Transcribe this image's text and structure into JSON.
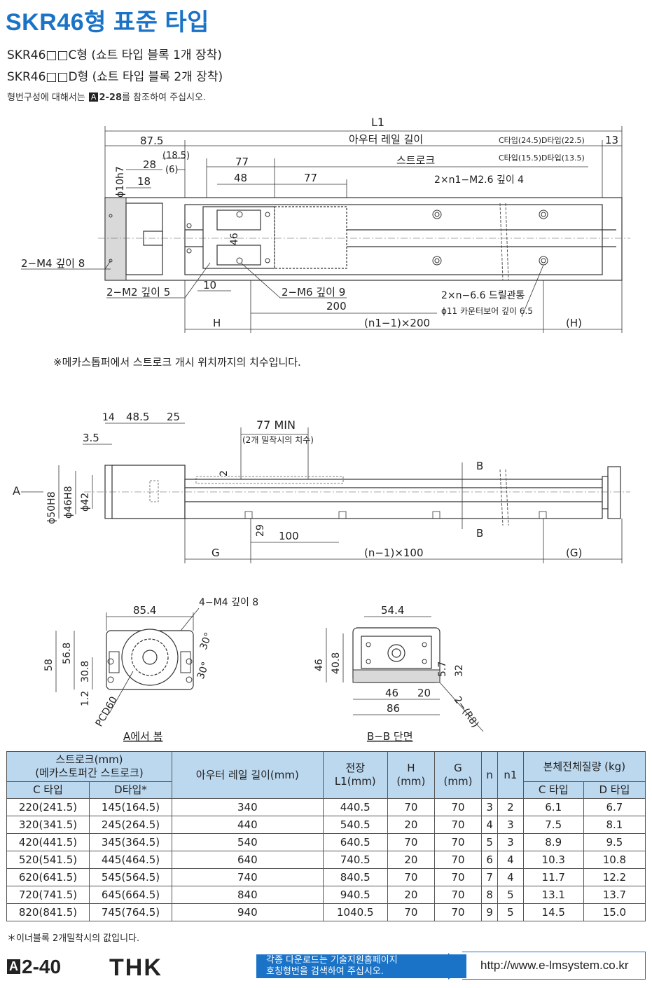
{
  "title": "SKR46형 표준 타입",
  "subtitle_c": "SKR46□□C형 (쇼트 타입 블록 1개 장착)",
  "subtitle_d": "SKR46□□D형 (쇼트 타입 블록 2개 장착)",
  "note_pre": "형번구성에 대해서는",
  "note_ref_badge": "A",
  "note_ref": "2-28",
  "note_post": "를 참조하여 주십시오.",
  "top_view": {
    "L1": "L1",
    "outer_rail": "아우터 레일 길이",
    "d87": "87.5",
    "ctype_a": "C타입(24.5)D타입(22.5)",
    "ctype_b": "C타입(15.5)D타입(13.5)",
    "d13": "13",
    "d185": "(18.5)",
    "d6": "(6)",
    "d28": "28",
    "d18": "18",
    "d77a": "77",
    "d48": "48",
    "d77b": "77",
    "stroke": "스트로크",
    "tap": "2×n1−M2.6 깊이 4",
    "shaft": "ϕ10h7",
    "m4": "2−M4 깊이 8",
    "m2": "2−M2 깊이 5",
    "d46": "46",
    "d10": "10",
    "m6": "2−M6 깊이 9",
    "drill": "2×n−6.6 드릴관통",
    "cbore": "ϕ11 카운터보어 깊이 6.5",
    "d200": "200",
    "H": "H",
    "n1pitch": "(n1−1)×200",
    "Hp": "(H)",
    "stopper_note": "※메카스톱퍼에서 스트로크 개시 위치까지의 치수입니다."
  },
  "side_view": {
    "d14": "14",
    "d485": "48.5",
    "d25": "25",
    "d35": "3.5",
    "min77": "77 MIN",
    "min77_note": "(2개 밀착시의 치수)",
    "d2": "2",
    "A": "A",
    "phi50": "ϕ50H8",
    "phi46": "ϕ46H8",
    "phi42": "ϕ42",
    "B1": "B",
    "B2": "B",
    "d29": "29",
    "d100": "100",
    "G": "G",
    "npitch": "(n−1)×100",
    "Gp": "(G)"
  },
  "end_view": {
    "d854": "85.4",
    "m4": "4−M4 깊이 8",
    "d58": "58",
    "d568": "56.8",
    "d308": "30.8",
    "d12": "1.2",
    "pcd": "PCD60",
    "a30a": "30°",
    "a30b": "30°",
    "caption": "A에서 봄"
  },
  "section_view": {
    "d544": "54.4",
    "d46v": "46",
    "d408": "40.8",
    "d57": "5.7",
    "d32": "32",
    "d46h": "46",
    "d20": "20",
    "d86": "86",
    "r8": "2−(R8)",
    "caption": "B−B 단면"
  },
  "table": {
    "h_stroke": "스트로크(mm)",
    "h_stroke2": "(메카스토퍼간 스트로크)",
    "h_rail": "아우터 레일 길이(mm)",
    "h_len": "전장",
    "h_len2": "L1(mm)",
    "h_H": "H",
    "h_H2": "(mm)",
    "h_G": "G",
    "h_G2": "(mm)",
    "h_n": "n",
    "h_n1": "n1",
    "h_mass": "본체전체질량 (kg)",
    "h_c": "C 타입",
    "h_d": "D타입*",
    "h_mc": "C 타입",
    "h_md": "D 타입",
    "rows": [
      [
        "220(241.5)",
        "145(164.5)",
        "340",
        "440.5",
        "70",
        "70",
        "3",
        "2",
        "6.1",
        "6.7"
      ],
      [
        "320(341.5)",
        "245(264.5)",
        "440",
        "540.5",
        "20",
        "70",
        "4",
        "3",
        "7.5",
        "8.1"
      ],
      [
        "420(441.5)",
        "345(364.5)",
        "540",
        "640.5",
        "70",
        "70",
        "5",
        "3",
        "8.9",
        "9.5"
      ],
      [
        "520(541.5)",
        "445(464.5)",
        "640",
        "740.5",
        "20",
        "70",
        "6",
        "4",
        "10.3",
        "10.8"
      ],
      [
        "620(641.5)",
        "545(564.5)",
        "740",
        "840.5",
        "70",
        "70",
        "7",
        "4",
        "11.7",
        "12.2"
      ],
      [
        "720(741.5)",
        "645(664.5)",
        "840",
        "940.5",
        "20",
        "70",
        "8",
        "5",
        "13.1",
        "13.7"
      ],
      [
        "820(841.5)",
        "745(764.5)",
        "940",
        "1040.5",
        "70",
        "70",
        "9",
        "5",
        "14.5",
        "15.0"
      ]
    ]
  },
  "footnote": "＊이너블록 2개밀착시의 값입니다.",
  "page_badge": "A",
  "page_num": "2-40",
  "logo": "THK",
  "banner_1": "각종 다운로드는 기술지원홈페이지",
  "banner_2": "호칭형번을 검색하여 주십시오.",
  "url": "http://www.e-lmsystem.co.kr"
}
